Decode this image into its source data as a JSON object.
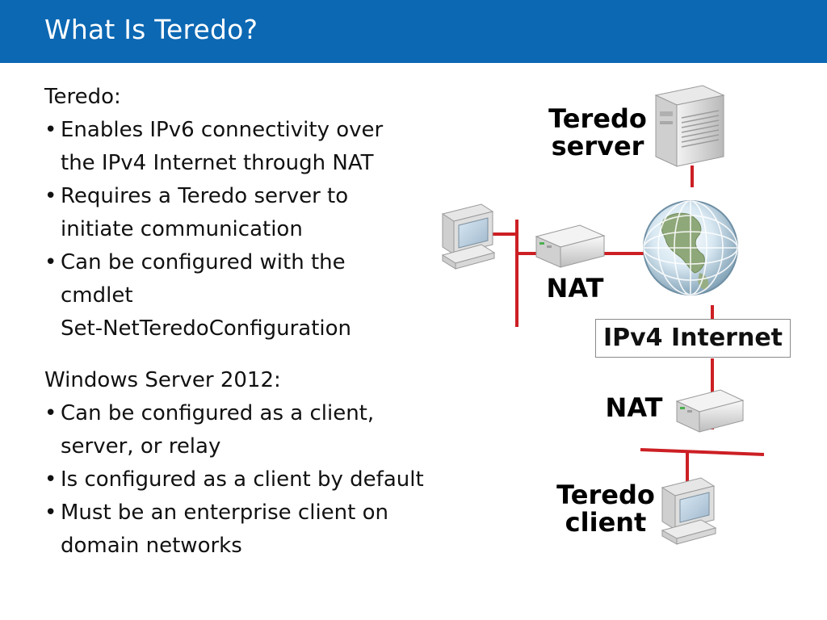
{
  "slide": {
    "title": "What Is Teredo?"
  },
  "section1": {
    "heading": "Teredo:",
    "bullets": [
      [
        "Enables IPv6 connectivity over",
        "the IPv4 Internet through NAT"
      ],
      [
        "Requires a Teredo server to",
        "initiate communication"
      ],
      [
        "Can be configured with the",
        "cmdlet",
        "Set-NetTeredoConfiguration"
      ]
    ]
  },
  "section2": {
    "heading": "Windows Server 2012:",
    "bullets": [
      [
        "Can be configured as a client,",
        "server, or relay"
      ],
      [
        "Is configured as a client by default"
      ],
      [
        "Must be an enterprise client on",
        "domain networks"
      ]
    ]
  },
  "diagram": {
    "server_label": [
      "Teredo",
      "server"
    ],
    "client_label": [
      "Teredo",
      "client"
    ],
    "nat_top_label": "NAT",
    "nat_bottom_label": "NAT",
    "internet_label": "IPv4 Internet",
    "line_color": "#cc1f24",
    "title_bar_color": "#0c68b3"
  }
}
